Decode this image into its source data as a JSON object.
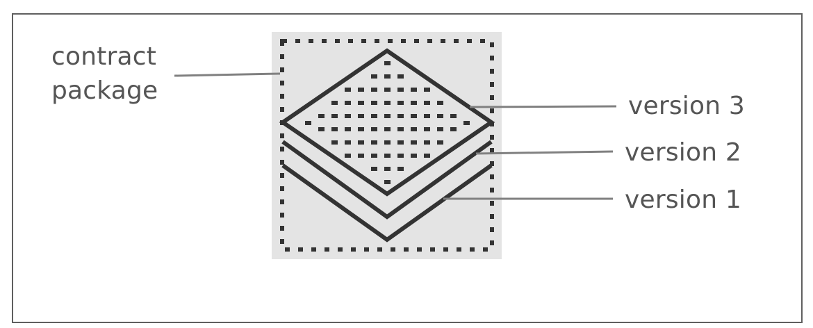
{
  "diagram": {
    "labels": {
      "package": [
        "contract",
        "package"
      ],
      "version3": "version 3",
      "version2": "version 2",
      "version1": "version 1"
    },
    "colors": {
      "frame": "#5f5f5f",
      "box_fill": "#e4e4e4",
      "shape_stroke": "#333333",
      "leader_line": "#808080",
      "label_text": "#555555"
    }
  }
}
